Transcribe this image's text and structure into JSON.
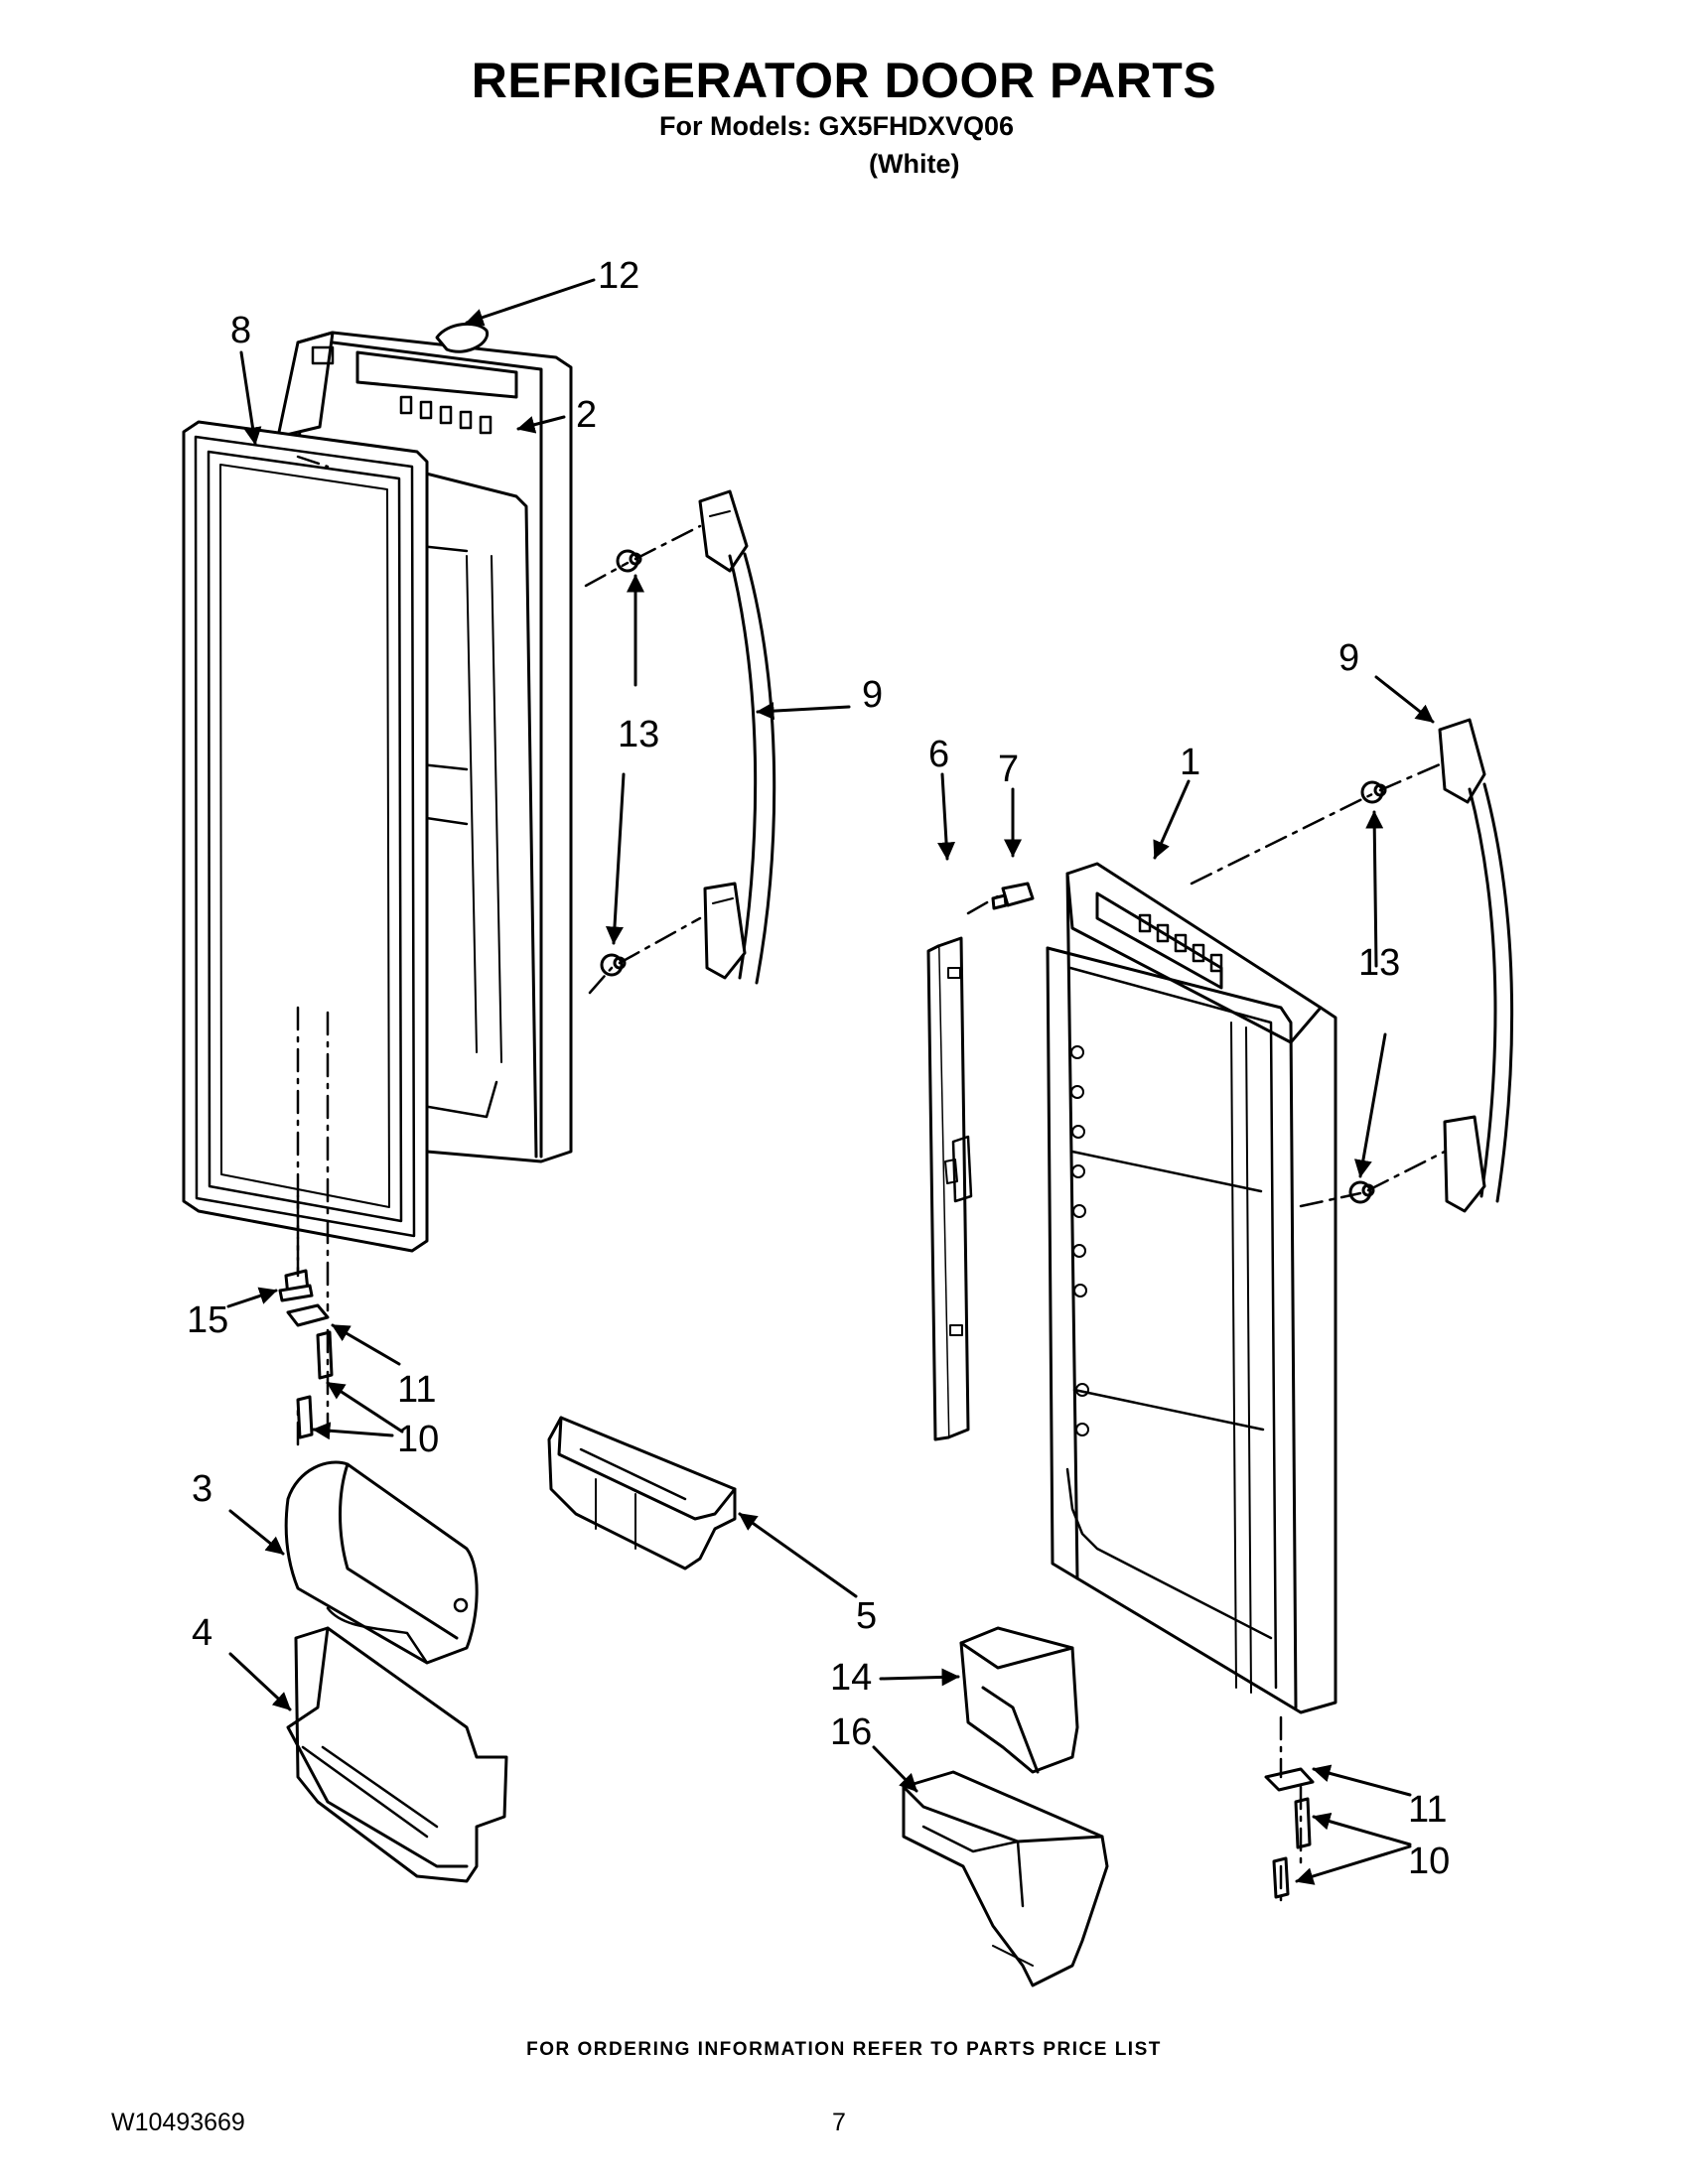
{
  "header": {
    "title": "REFRIGERATOR DOOR PARTS",
    "models_line": "For Models: GX5FHDXVQ06",
    "variant": "(White)"
  },
  "callouts": [
    "1",
    "2",
    "3",
    "4",
    "5",
    "6",
    "7",
    "8",
    "9",
    "10",
    "11",
    "12",
    "13",
    "14",
    "15",
    "16"
  ],
  "footer": {
    "ordering_note": "FOR ORDERING INFORMATION REFER TO PARTS PRICE LIST",
    "doc_number": "W10493669",
    "page_number": "7"
  }
}
